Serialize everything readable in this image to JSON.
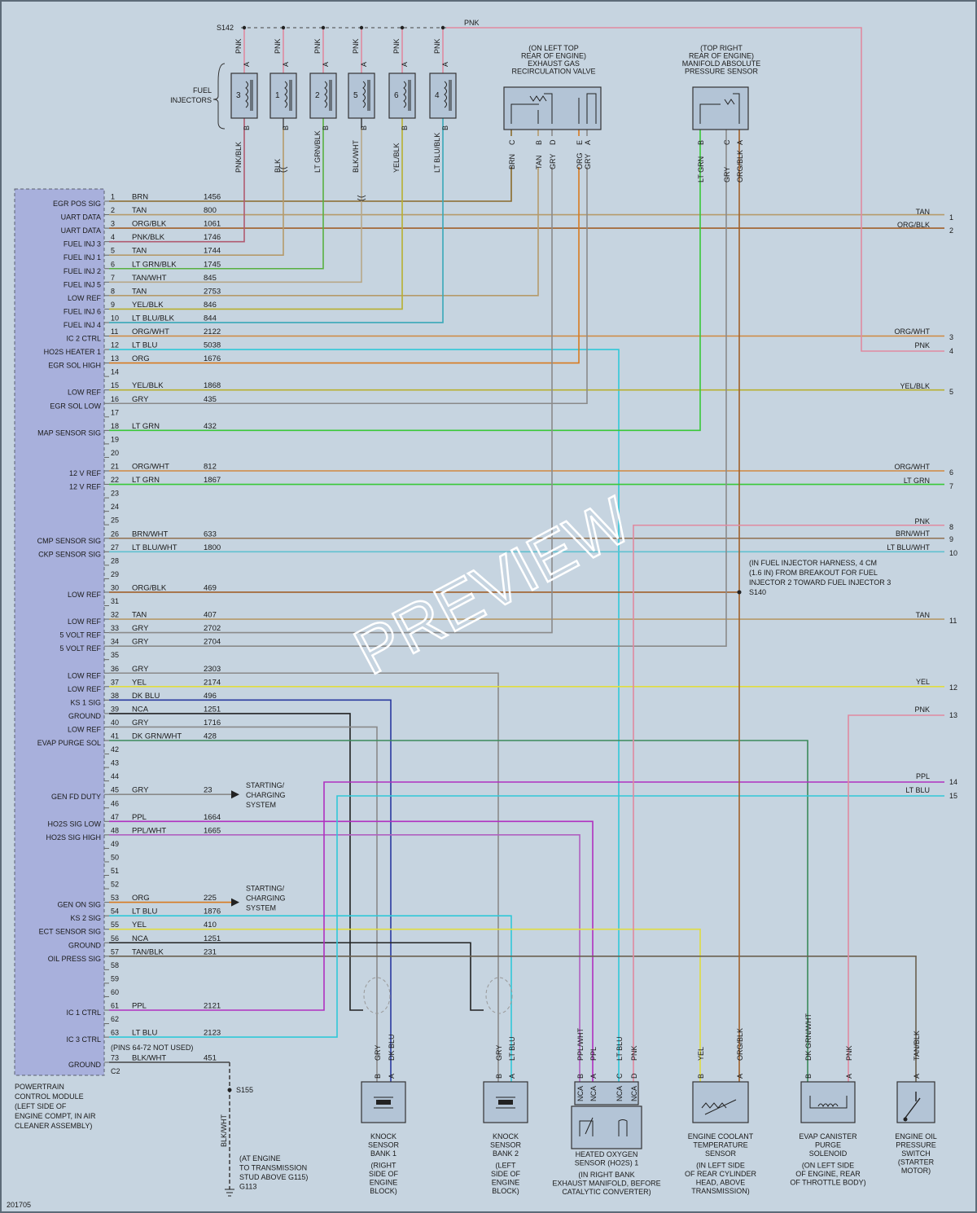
{
  "diagram_id": "201705",
  "watermark": "PREVIEW",
  "splice_top": "S142",
  "splice_top_wire": "PNK",
  "fuel_injectors_label": [
    "FUEL",
    "INJECTORS"
  ],
  "injectors": [
    {
      "num": "3",
      "top_pin": "A",
      "top_color": "PNK",
      "bot_pin": "B",
      "bot_color": "PNK/BLK"
    },
    {
      "num": "1",
      "top_pin": "A",
      "top_color": "PNK",
      "bot_pin": "B",
      "bot_color": "BLK"
    },
    {
      "num": "2",
      "top_pin": "A",
      "top_color": "PNK",
      "bot_pin": "B",
      "bot_color": "LT GRN/BLK"
    },
    {
      "num": "5",
      "top_pin": "A",
      "top_color": "PNK",
      "bot_pin": "B",
      "bot_color": "BLK/WHT"
    },
    {
      "num": "6",
      "top_pin": "A",
      "top_color": "PNK",
      "bot_pin": "B",
      "bot_color": "YEL/BLK"
    },
    {
      "num": "4",
      "top_pin": "A",
      "top_color": "PNK",
      "bot_pin": "B",
      "bot_color": "LT BLU/BLK"
    }
  ],
  "egr_valve": {
    "location": [
      "(ON LEFT TOP",
      "REAR OF ENGINE)"
    ],
    "name": [
      "EXHAUST GAS",
      "RECIRCULATION VALVE"
    ],
    "pins": [
      {
        "pin": "C",
        "color": "BRN"
      },
      {
        "pin": "B",
        "color": "TAN"
      },
      {
        "pin": "D",
        "color": "GRY"
      },
      {
        "pin": "E",
        "color": "ORG"
      },
      {
        "pin": "A",
        "color": "GRY"
      }
    ]
  },
  "map_sensor": {
    "location": [
      "(TOP RIGHT",
      "REAR OF ENGINE)"
    ],
    "name": [
      "MANIFOLD ABSOLUTE",
      "PRESSURE SENSOR"
    ],
    "pins": [
      {
        "pin": "B",
        "color": "LT GRN"
      },
      {
        "pin": "C",
        "color": "GRY"
      },
      {
        "pin": "A",
        "color": "ORG/BLK"
      }
    ]
  },
  "pcm": {
    "name": [
      "POWERTRAIN",
      "CONTROL MODULE",
      "(LEFT SIDE OF",
      "ENGINE COMPT, IN AIR",
      "CLEANER ASSEMBLY)"
    ],
    "note_pins": "(PINS 64-72 NOT USED)",
    "connector": "C2"
  },
  "pcm_pins": [
    {
      "pin": "1",
      "func": "EGR POS SIG",
      "color": "BRN",
      "circuit": "1456"
    },
    {
      "pin": "2",
      "func": "UART DATA",
      "color": "TAN",
      "circuit": "800"
    },
    {
      "pin": "3",
      "func": "UART DATA",
      "color": "ORG/BLK",
      "circuit": "1061"
    },
    {
      "pin": "4",
      "func": "FUEL INJ 3",
      "color": "PNK/BLK",
      "circuit": "1746"
    },
    {
      "pin": "5",
      "func": "FUEL INJ 1",
      "color": "TAN",
      "circuit": "1744"
    },
    {
      "pin": "6",
      "func": "FUEL INJ 2",
      "color": "LT GRN/BLK",
      "circuit": "1745"
    },
    {
      "pin": "7",
      "func": "FUEL INJ 5",
      "color": "TAN/WHT",
      "circuit": "845"
    },
    {
      "pin": "8",
      "func": "LOW REF",
      "color": "TAN",
      "circuit": "2753"
    },
    {
      "pin": "9",
      "func": "FUEL INJ 6",
      "color": "YEL/BLK",
      "circuit": "846"
    },
    {
      "pin": "10",
      "func": "FUEL INJ 4",
      "color": "LT BLU/BLK",
      "circuit": "844"
    },
    {
      "pin": "11",
      "func": "IC 2 CTRL",
      "color": "ORG/WHT",
      "circuit": "2122"
    },
    {
      "pin": "12",
      "func": "HO2S HEATER 1",
      "color": "LT BLU",
      "circuit": "5038"
    },
    {
      "pin": "13",
      "func": "EGR SOL HIGH",
      "color": "ORG",
      "circuit": "1676"
    },
    {
      "pin": "14",
      "func": "",
      "color": "",
      "circuit": ""
    },
    {
      "pin": "15",
      "func": "LOW REF",
      "color": "YEL/BLK",
      "circuit": "1868"
    },
    {
      "pin": "16",
      "func": "EGR SOL LOW",
      "color": "GRY",
      "circuit": "435"
    },
    {
      "pin": "17",
      "func": "",
      "color": "",
      "circuit": ""
    },
    {
      "pin": "18",
      "func": "MAP SENSOR SIG",
      "color": "LT GRN",
      "circuit": "432"
    },
    {
      "pin": "19",
      "func": "",
      "color": "",
      "circuit": ""
    },
    {
      "pin": "20",
      "func": "",
      "color": "",
      "circuit": ""
    },
    {
      "pin": "21",
      "func": "12 V REF",
      "color": "ORG/WHT",
      "circuit": "812"
    },
    {
      "pin": "22",
      "func": "12 V REF",
      "color": "LT GRN",
      "circuit": "1867"
    },
    {
      "pin": "23",
      "func": "",
      "color": "",
      "circuit": ""
    },
    {
      "pin": "24",
      "func": "",
      "color": "",
      "circuit": ""
    },
    {
      "pin": "25",
      "func": "",
      "color": "",
      "circuit": ""
    },
    {
      "pin": "26",
      "func": "CMP SENSOR SIG",
      "color": "BRN/WHT",
      "circuit": "633"
    },
    {
      "pin": "27",
      "func": "CKP SENSOR SIG",
      "color": "LT BLU/WHT",
      "circuit": "1800"
    },
    {
      "pin": "28",
      "func": "",
      "color": "",
      "circuit": ""
    },
    {
      "pin": "29",
      "func": "",
      "color": "",
      "circuit": ""
    },
    {
      "pin": "30",
      "func": "LOW REF",
      "color": "ORG/BLK",
      "circuit": "469"
    },
    {
      "pin": "31",
      "func": "",
      "color": "",
      "circuit": ""
    },
    {
      "pin": "32",
      "func": "LOW REF",
      "color": "TAN",
      "circuit": "407"
    },
    {
      "pin": "33",
      "func": "5 VOLT REF",
      "color": "GRY",
      "circuit": "2702"
    },
    {
      "pin": "34",
      "func": "5 VOLT REF",
      "color": "GRY",
      "circuit": "2704"
    },
    {
      "pin": "35",
      "func": "",
      "color": "",
      "circuit": ""
    },
    {
      "pin": "36",
      "func": "LOW REF",
      "color": "GRY",
      "circuit": "2303"
    },
    {
      "pin": "37",
      "func": "LOW REF",
      "color": "YEL",
      "circuit": "2174"
    },
    {
      "pin": "38",
      "func": "KS 1 SIG",
      "color": "DK BLU",
      "circuit": "496"
    },
    {
      "pin": "39",
      "func": "GROUND",
      "color": "NCA",
      "circuit": "1251"
    },
    {
      "pin": "40",
      "func": "LOW REF",
      "color": "GRY",
      "circuit": "1716"
    },
    {
      "pin": "41",
      "func": "EVAP PURGE SOL",
      "color": "DK GRN/WHT",
      "circuit": "428"
    },
    {
      "pin": "42",
      "func": "",
      "color": "",
      "circuit": ""
    },
    {
      "pin": "43",
      "func": "",
      "color": "",
      "circuit": ""
    },
    {
      "pin": "44",
      "func": "",
      "color": "",
      "circuit": ""
    },
    {
      "pin": "45",
      "func": "GEN FD DUTY",
      "color": "GRY",
      "circuit": "23"
    },
    {
      "pin": "46",
      "func": "",
      "color": "",
      "circuit": ""
    },
    {
      "pin": "47",
      "func": "HO2S SIG LOW",
      "color": "PPL",
      "circuit": "1664"
    },
    {
      "pin": "48",
      "func": "HO2S SIG HIGH",
      "color": "PPL/WHT",
      "circuit": "1665"
    },
    {
      "pin": "49",
      "func": "",
      "color": "",
      "circuit": ""
    },
    {
      "pin": "50",
      "func": "",
      "color": "",
      "circuit": ""
    },
    {
      "pin": "51",
      "func": "",
      "color": "",
      "circuit": ""
    },
    {
      "pin": "52",
      "func": "",
      "color": "",
      "circuit": ""
    },
    {
      "pin": "53",
      "func": "GEN ON SIG",
      "color": "ORG",
      "circuit": "225"
    },
    {
      "pin": "54",
      "func": "KS 2 SIG",
      "color": "LT BLU",
      "circuit": "1876"
    },
    {
      "pin": "55",
      "func": "ECT SENSOR SIG",
      "color": "YEL",
      "circuit": "410"
    },
    {
      "pin": "56",
      "func": "GROUND",
      "color": "NCA",
      "circuit": "1251"
    },
    {
      "pin": "57",
      "func": "OIL PRESS SIG",
      "color": "TAN/BLK",
      "circuit": "231"
    },
    {
      "pin": "58",
      "func": "",
      "color": "",
      "circuit": ""
    },
    {
      "pin": "59",
      "func": "",
      "color": "",
      "circuit": ""
    },
    {
      "pin": "60",
      "func": "",
      "color": "",
      "circuit": ""
    },
    {
      "pin": "61",
      "func": "IC 1 CTRL",
      "color": "PPL",
      "circuit": "2121"
    },
    {
      "pin": "62",
      "func": "",
      "color": "",
      "circuit": ""
    },
    {
      "pin": "63",
      "func": "IC 3 CTRL",
      "color": "LT BLU",
      "circuit": "2123"
    },
    {
      "pin": "73",
      "func": "GROUND",
      "color": "BLK/WHT",
      "circuit": "451"
    }
  ],
  "right_connections": [
    {
      "num": "1",
      "color": "TAN"
    },
    {
      "num": "2",
      "color": "ORG/BLK"
    },
    {
      "num": "3",
      "color": "ORG/WHT"
    },
    {
      "num": "4",
      "color": "PNK"
    },
    {
      "num": "5",
      "color": "YEL/BLK"
    },
    {
      "num": "6",
      "color": "ORG/WHT"
    },
    {
      "num": "7",
      "color": "LT GRN"
    },
    {
      "num": "8",
      "color": "PNK"
    },
    {
      "num": "9",
      "color": "BRN/WHT"
    },
    {
      "num": "10",
      "color": "LT BLU/WHT"
    },
    {
      "num": "11",
      "color": "TAN"
    },
    {
      "num": "12",
      "color": "YEL"
    },
    {
      "num": "13",
      "color": "PNK"
    },
    {
      "num": "14",
      "color": "PPL"
    },
    {
      "num": "15",
      "color": "LT BLU"
    }
  ],
  "s140_note": [
    "(IN FUEL INJECTOR HARNESS, 4 CM",
    "(1.6 IN) FROM BREAKOUT FOR FUEL",
    "INJECTOR 2 TOWARD FUEL INJECTOR 3",
    "S140"
  ],
  "starting_charging": [
    "STARTING/",
    "CHARGING",
    "SYSTEM"
  ],
  "ground_splice": "S155",
  "ground_wire": "BLK/WHT",
  "ground_note": [
    "(AT ENGINE",
    "TO TRANSMISSION",
    "STUD ABOVE G115)",
    "G113"
  ],
  "bottom_components": [
    {
      "name": [
        "KNOCK",
        "SENSOR",
        "BANK 1"
      ],
      "loc": [
        "(RIGHT",
        "SIDE OF",
        "ENGINE",
        "BLOCK)"
      ],
      "pins": [
        {
          "pin": "B",
          "color": "GRY"
        },
        {
          "pin": "A",
          "color": "DK BLU"
        }
      ]
    },
    {
      "name": [
        "KNOCK",
        "SENSOR",
        "BANK 2"
      ],
      "loc": [
        "(LEFT",
        "SIDE OF",
        "ENGINE",
        "BLOCK)"
      ],
      "pins": [
        {
          "pin": "B",
          "color": "GRY"
        },
        {
          "pin": "A",
          "color": "LT BLU"
        }
      ]
    },
    {
      "name": [
        "HEATED OXYGEN",
        "SENSOR (HO2S) 1"
      ],
      "loc": [
        "(IN RIGHT BANK",
        "EXHAUST MANIFOLD, BEFORE",
        "CATALYTIC CONVERTER)"
      ],
      "pins": [
        {
          "pin": "B",
          "color": "PPL/WHT"
        },
        {
          "pin": "A",
          "color": "PPL"
        },
        {
          "pin": "C",
          "color": "LT BLU"
        },
        {
          "pin": "D",
          "color": "PNK"
        }
      ],
      "nca": [
        "NCA",
        "NCA",
        "NCA",
        "NCA"
      ]
    },
    {
      "name": [
        "ENGINE COOLANT",
        "TEMPERATURE",
        "SENSOR"
      ],
      "loc": [
        "(IN LEFT SIDE",
        "OF REAR CYLINDER",
        "HEAD, ABOVE",
        "TRANSMISSION)"
      ],
      "pins": [
        {
          "pin": "B",
          "color": "YEL"
        },
        {
          "pin": "A",
          "color": "ORG/BLK"
        }
      ]
    },
    {
      "name": [
        "EVAP CANISTER",
        "PURGE",
        "SOLENOID"
      ],
      "loc": [
        "(ON LEFT SIDE",
        "OF ENGINE, REAR",
        "OF THROTTLE BODY)"
      ],
      "pins": [
        {
          "pin": "B",
          "color": "DK GRN/WHT"
        },
        {
          "pin": "A",
          "color": "PNK"
        }
      ]
    },
    {
      "name": [
        "ENGINE OIL",
        "PRESSURE",
        "SWITCH",
        "(STARTER",
        "MOTOR)"
      ],
      "loc": [],
      "pins": [
        {
          "pin": "A",
          "color": "TAN/BLK"
        }
      ]
    }
  ],
  "colors": {
    "BRN": "#8a6a2a",
    "TAN": "#b59a6a",
    "ORG/BLK": "#a0602a",
    "PNK/BLK": "#b05a70",
    "LT GRN/BLK": "#58b040",
    "TAN/WHT": "#b8a888",
    "YEL/BLK": "#b8b030",
    "LT BLU/BLK": "#38a8b8",
    "ORG/WHT": "#d08840",
    "LT BLU": "#30c8d8",
    "ORG": "#d87a20",
    "GRY": "#8a8a8a",
    "LT GRN": "#38c838",
    "BRN/WHT": "#907050",
    "LT BLU/WHT": "#60c0d0",
    "YEL": "#e0dc40",
    "DK BLU": "#2a3aa0",
    "NCA": "#222222",
    "DK GRN/WHT": "#3a8a5a",
    "PPL": "#b030c0",
    "PPL/WHT": "#b060c0",
    "TAN/BLK": "#6a6050",
    "PNK": "#e08aa0",
    "BLK/WHT": "#444444",
    "BLK": "#555555",
    "BLK/WHT_INJ": "#888888"
  }
}
